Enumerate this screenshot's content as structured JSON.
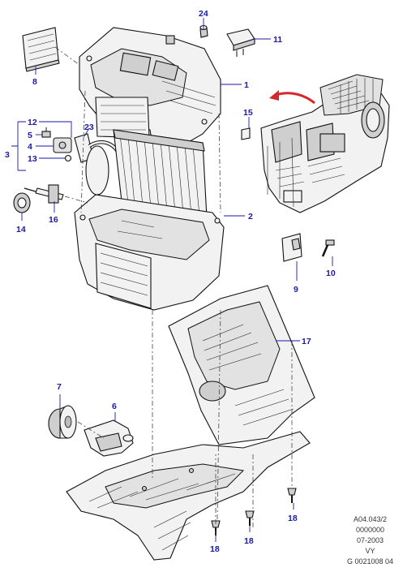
{
  "callouts": {
    "c1": "1",
    "c2": "2",
    "c3": "3",
    "c4": "4",
    "c5": "5",
    "c6": "6",
    "c7": "7",
    "c8": "8",
    "c9": "9",
    "c10": "10",
    "c11": "11",
    "c12": "12",
    "c13": "13",
    "c14": "14",
    "c15": "15",
    "c16": "16",
    "c17": "17",
    "c18a": "18",
    "c18b": "18",
    "c18c": "18",
    "c23": "23",
    "c24": "24"
  },
  "doc_reference": {
    "line1": "A04.043/2",
    "line2": "0000000",
    "line3": "07-2003",
    "line4": "VY",
    "line5": "G 0021008 04"
  },
  "colors": {
    "callout": "#1a1aa8",
    "arrow": "#d8262b",
    "line_art": "#111111"
  }
}
